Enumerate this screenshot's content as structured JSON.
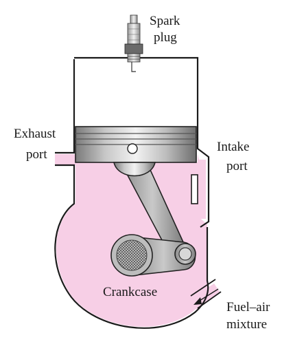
{
  "labels": {
    "spark_plug": [
      "Spark",
      "plug"
    ],
    "exhaust_port": [
      "Exhaust",
      "port"
    ],
    "intake_port": [
      "Intake",
      "port"
    ],
    "crankcase": "Crankcase",
    "fuel_air_mixture": [
      "Fuel–air",
      "mixture"
    ]
  },
  "colors": {
    "crankcase_fill": "#f7cfe6",
    "outline": "#1a1a1a",
    "piston_metal": "#b5b5b5",
    "rod_metal": "#9a9a9a"
  }
}
